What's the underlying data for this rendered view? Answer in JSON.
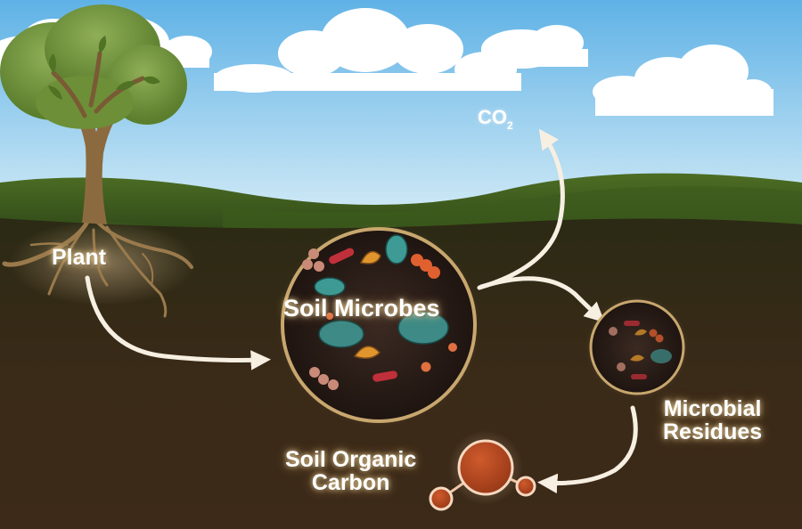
{
  "labels": {
    "plant": "Plant",
    "soil_microbes": "Soil Microbes",
    "co2_main": "CO",
    "co2_sub": "2",
    "microbial_residues_line1": "Microbial",
    "microbial_residues_line2": "Residues",
    "soil_organic_carbon_line1": "Soil Organic",
    "soil_organic_carbon_line2": "Carbon"
  },
  "colors": {
    "sky_top": "#5fb2e6",
    "sky_bottom": "#d6ecf5",
    "grass": "#3a5a1e",
    "soil": "#3b2c1a",
    "arrow": "#f6efe2",
    "carbon": "#b84a22"
  }
}
